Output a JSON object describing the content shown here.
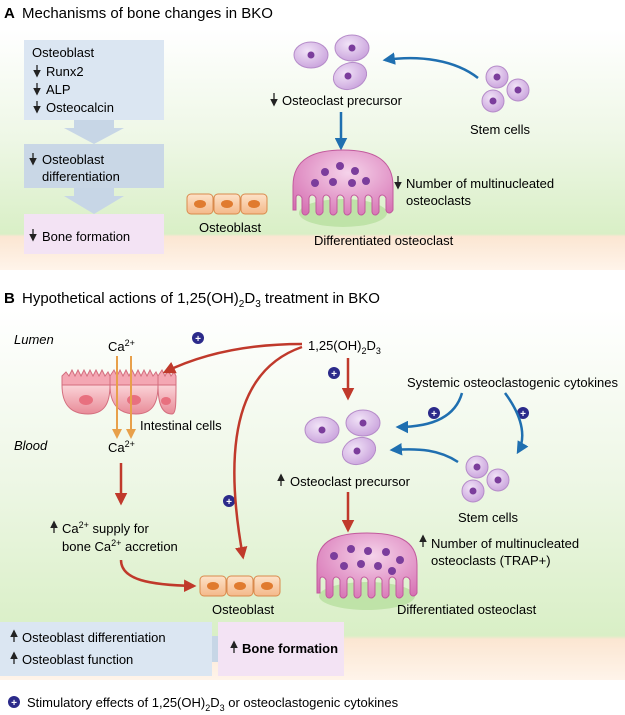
{
  "panel_a": {
    "letter": "A",
    "title": "Mechanisms of bone changes in BKO",
    "osteoblast_box": {
      "title": "Osteoblast",
      "items": [
        "Runx2",
        "ALP",
        "Osteocalcin"
      ]
    },
    "differentiation_box": [
      "Osteoblast",
      "differentiation"
    ],
    "bone_formation": "Bone formation",
    "osteoclast_precursor": "Osteoclast precursor",
    "stem_cells": "Stem cells",
    "multinucleated": [
      "Number of multinucleated",
      "osteoclasts"
    ],
    "osteoblast_label": "Osteoblast",
    "differentiated_osteoclast": "Differentiated osteoclast"
  },
  "panel_b": {
    "letter": "B",
    "title_pre": "Hypothetical actions of 1,25(OH)",
    "title_sub1": "2",
    "title_mid": "D",
    "title_sub2": "3",
    "title_post": " treatment in BKO",
    "lumen": "Lumen",
    "blood": "Blood",
    "ca_base": "Ca",
    "ca_sup": "2+",
    "intestinal_cells": "Intestinal cells",
    "vitd_pre": "1,25(OH)",
    "vitd_sub1": "2",
    "vitd_mid": "D",
    "vitd_sub2": "3",
    "systemic_cytokines": "Systemic osteoclastogenic cytokines",
    "osteoclast_precursor": "Osteoclast precursor",
    "stem_cells": "Stem cells",
    "supply_line1_post": " supply for",
    "supply_line2_pre": "bone Ca",
    "supply_line2_post": " accretion",
    "multinucleated": [
      "Number of multinucleated",
      "osteoclasts (TRAP+)"
    ],
    "osteoblast_label": "Osteoblast",
    "differentiated_osteoclast": "Differentiated osteoclast",
    "osteoblast_effects": [
      "Osteoblast differentiation",
      "Osteoblast function"
    ],
    "bone_formation": "Bone formation"
  },
  "legend": {
    "pre": "Stimulatory effects of 1,25(OH)",
    "sub1": "2",
    "mid": "D",
    "sub2": "3",
    "post": " or osteoclastogenic cytokines"
  },
  "colors": {
    "red_arrow": "#c0392b",
    "blue_arrow": "#1f6fb0",
    "stimulatory_badge": "#2b2a8a",
    "orange_arrow": "#e8a04a",
    "precursor_cell": "#d9b8e4",
    "nucleus": "#7b3d9c"
  }
}
